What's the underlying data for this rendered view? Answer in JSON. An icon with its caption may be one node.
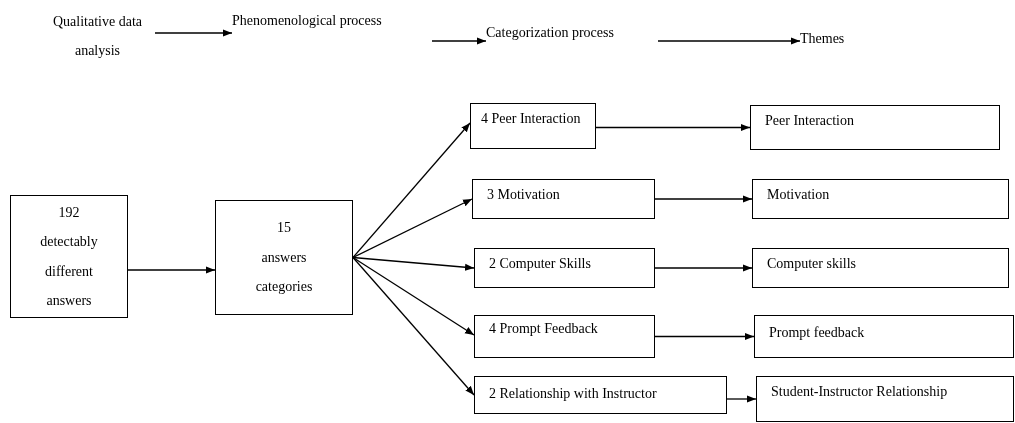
{
  "diagram": {
    "nodes": [
      {
        "text": [
          "Qualitative data analysis"
        ]
      },
      {
        "text": [
          "Phenomenological process"
        ]
      },
      {
        "text": [
          "Categorization process"
        ]
      },
      {
        "text": [
          "Themes"
        ]
      },
      {
        "text": [
          "192 detectably different answers"
        ]
      },
      {
        "text": [
          "15 answers categories"
        ]
      },
      {
        "text": [
          "4 Peer Interaction"
        ]
      },
      {
        "text": [
          "3 Motivation"
        ]
      },
      {
        "text": [
          "2 Computer Skills"
        ]
      },
      {
        "text": [
          "4 Prompt Feedback"
        ]
      },
      {
        "text": [
          "2 Relationship with Instructor"
        ]
      },
      {
        "text": [
          "Peer Interaction"
        ]
      },
      {
        "text": [
          "Motivation"
        ]
      },
      {
        "text": [
          "Computer skills"
        ]
      },
      {
        "text": [
          "Prompt feedback"
        ]
      },
      {
        "text": [
          "Student-Instructor Relationship"
        ]
      }
    ],
    "edges": [
      {
        "from": 0,
        "to": 1,
        "arrow": "to"
      },
      {
        "from": 1,
        "to": 2,
        "arrow": "to"
      },
      {
        "from": 2,
        "to": 3,
        "arrow": "to"
      },
      {
        "from": 4,
        "to": 5,
        "arrow": "to"
      },
      {
        "from": 5,
        "to": 6,
        "arrow": "to"
      },
      {
        "from": 5,
        "to": 7,
        "arrow": "to"
      },
      {
        "from": 5,
        "to": 8,
        "arrow": "to"
      },
      {
        "from": 5,
        "to": 9,
        "arrow": "to"
      },
      {
        "from": 5,
        "to": 10,
        "arrow": "to"
      },
      {
        "from": 6,
        "to": 11,
        "arrow": "to"
      },
      {
        "from": 7,
        "to": 12,
        "arrow": "to"
      },
      {
        "from": 8,
        "to": 13,
        "arrow": "to"
      },
      {
        "from": 9,
        "to": 14,
        "arrow": "to"
      },
      {
        "from": 10,
        "to": 15,
        "arrow": "to"
      }
    ]
  }
}
